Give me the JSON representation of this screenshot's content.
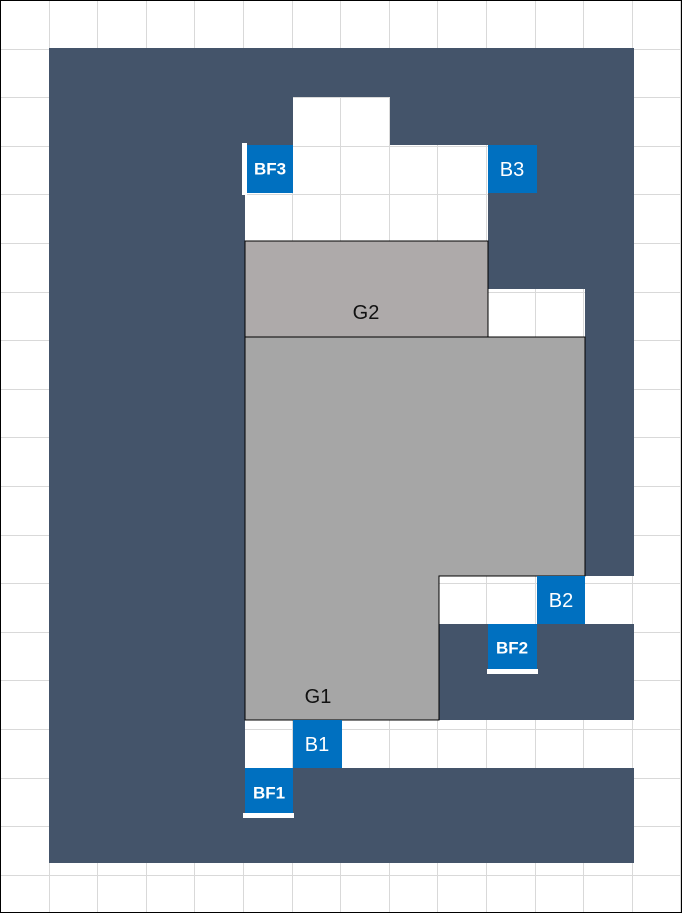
{
  "colors": {
    "background": "#ffffff",
    "grid_line": "#d9d9d9",
    "frame": "#000000",
    "wall": "#44546a",
    "zone_g1": "#a6a6a6",
    "zone_g2": "#aeaaaa",
    "marker_fill": "#0070c0",
    "marker_text": "#ffffff",
    "label_text": "#111111"
  },
  "zones": [
    {
      "id": "g1",
      "label": "G1"
    },
    {
      "id": "g2",
      "label": "G2"
    }
  ],
  "markers": [
    {
      "id": "b1",
      "label": "B1"
    },
    {
      "id": "b2",
      "label": "B2"
    },
    {
      "id": "b3",
      "label": "B3"
    },
    {
      "id": "bf1",
      "label": "BF1"
    },
    {
      "id": "bf2",
      "label": "BF2"
    },
    {
      "id": "bf3",
      "label": "BF3"
    }
  ]
}
